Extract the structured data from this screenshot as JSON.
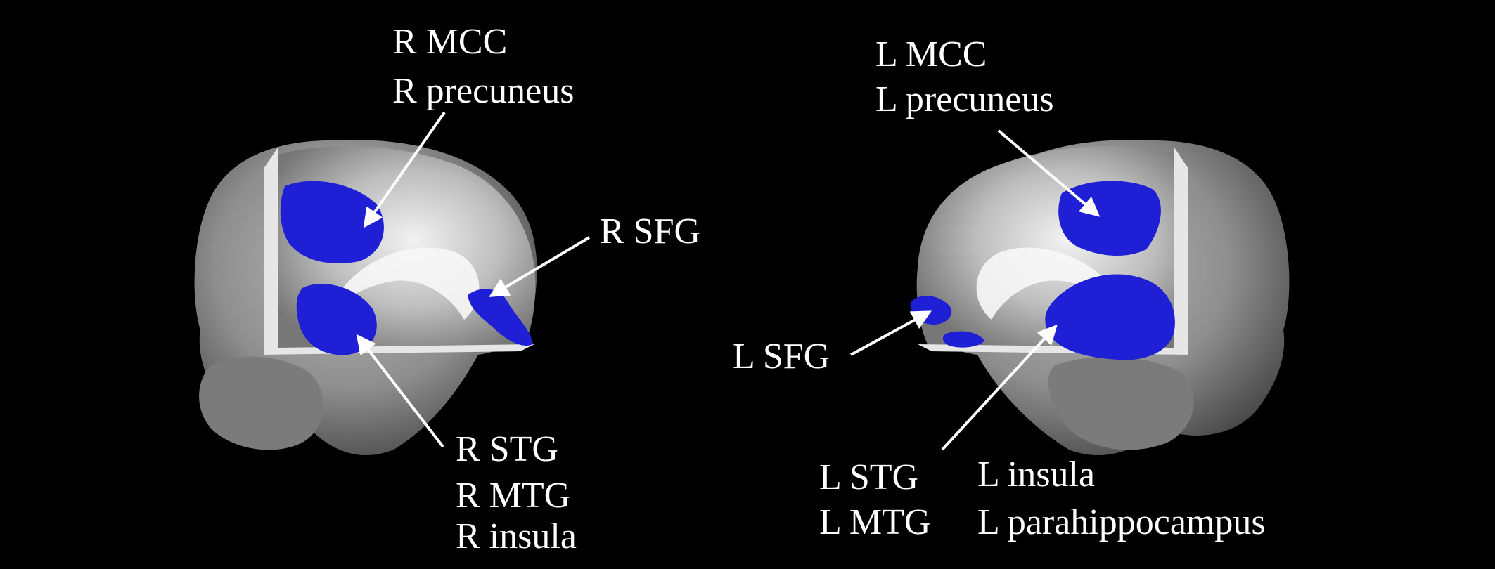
{
  "labels": {
    "right_hemisphere": {
      "mcc": "R MCC",
      "precuneus": "R precuneus",
      "sfg": "R SFG",
      "stg": "R STG",
      "mtg": "R MTG",
      "insula": "R insula"
    },
    "left_hemisphere": {
      "mcc": "L MCC",
      "precuneus": "L precuneus",
      "sfg": "L SFG",
      "stg": "L STG",
      "mtg": "L MTG",
      "insula": "L insula",
      "parahippocampus": "L parahippocampus"
    }
  },
  "colors": {
    "background": "#000000",
    "cluster": "#1f1fd6",
    "label": "#ffffff",
    "brain_surface": "#8e8e8e"
  }
}
